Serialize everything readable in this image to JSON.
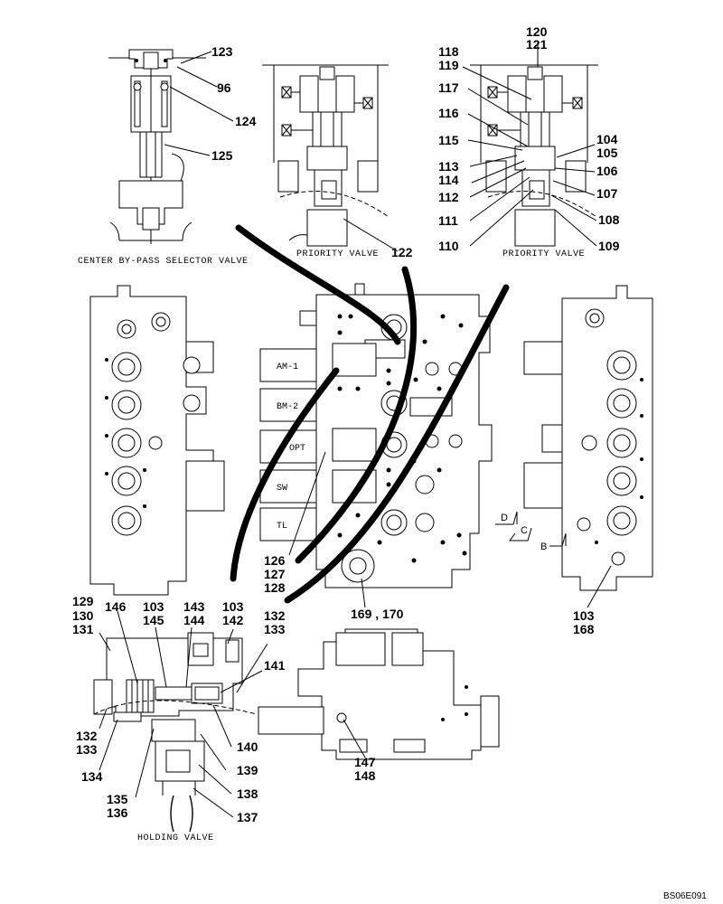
{
  "drawing_code": "BS06E091",
  "captions": {
    "center_bypass": "CENTER  BY-PASS  SELECTOR  VALVE",
    "priority_left": "PRIORITY  VALVE",
    "priority_right": "PRIORITY  VALVE",
    "holding": "HOLDING  VALVE"
  },
  "solenoids": [
    "AM-1",
    "BM-2",
    "OPT",
    "SW",
    "TL"
  ],
  "view_refs": [
    "D",
    "C",
    "B"
  ],
  "part_labels": {
    "p123": "123",
    "p96": "96",
    "p124": "124",
    "p125": "125",
    "p122": "122",
    "p120": "120",
    "p121": "121",
    "p118": "118",
    "p119": "119",
    "p117": "117",
    "p116": "116",
    "p115": "115",
    "p113": "113",
    "p114": "114",
    "p112": "112",
    "p111": "111",
    "p110": "110",
    "p104": "104",
    "p105": "105",
    "p106": "106",
    "p107": "107",
    "p108": "108",
    "p109": "109",
    "p126": "126",
    "p127": "127",
    "p128": "128",
    "p169_170": "169 , 170",
    "p103r": "103",
    "p168": "168",
    "p129": "129",
    "p130": "130",
    "p131": "131",
    "p146": "146",
    "p103a": "103",
    "p145": "145",
    "p143": "143",
    "p144": "144",
    "p103b": "103",
    "p142": "142",
    "p132a": "132",
    "p133a": "133",
    "p141": "141",
    "p132b": "132",
    "p133b": "133",
    "p134": "134",
    "p140": "140",
    "p139": "139",
    "p138": "138",
    "p135": "135",
    "p136": "136",
    "p137": "137",
    "p147": "147",
    "p148": "148"
  }
}
